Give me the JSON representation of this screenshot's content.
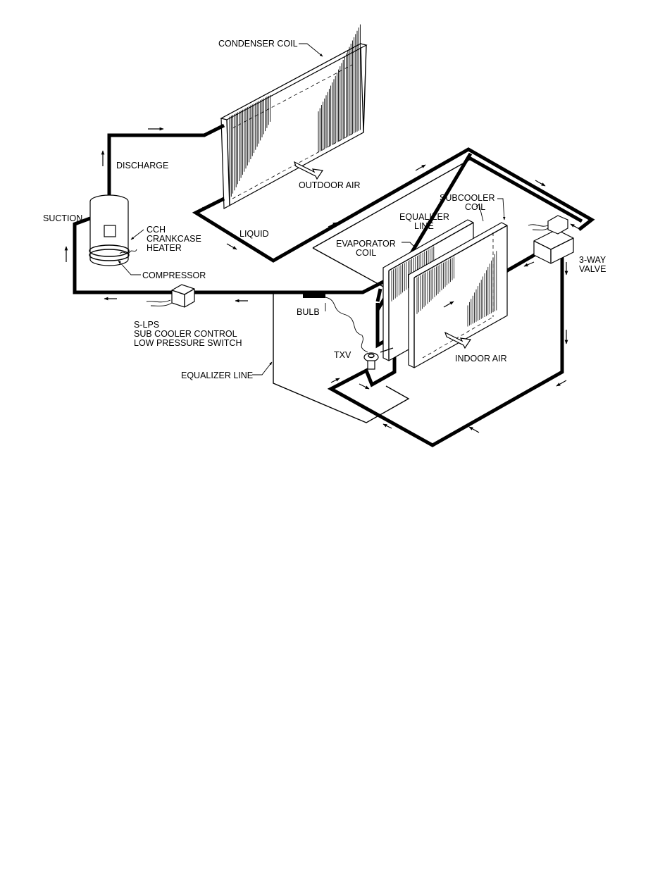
{
  "labels": {
    "condenser_coil": "CONDENSER COIL",
    "discharge": "DISCHARGE",
    "outdoor_air": "OUTDOOR AIR",
    "suction": "SUCTION",
    "cch": "CCH",
    "crankcase": "CRANKCASE",
    "heater": "HEATER",
    "compressor": "COMPRESSOR",
    "liquid": "LIQUID",
    "subcooler_1": "SUBCOOLER",
    "subcooler_2": "COIL",
    "equalizer_1": "EQUALIZER",
    "equalizer_2": "LINE",
    "evaporator_1": "EVAPORATOR",
    "evaporator_2": "COIL",
    "three_way_1": "3-WAY",
    "three_way_2": "VALVE",
    "bulb": "BULB",
    "slps_1": "S-LPS",
    "slps_2": "SUB COOLER CONTROL",
    "slps_3": "LOW PRESSURE SWITCH",
    "txv": "TXV",
    "indoor_air": "INDOOR AIR",
    "equalizer_line": "EQUALIZER LINE"
  }
}
